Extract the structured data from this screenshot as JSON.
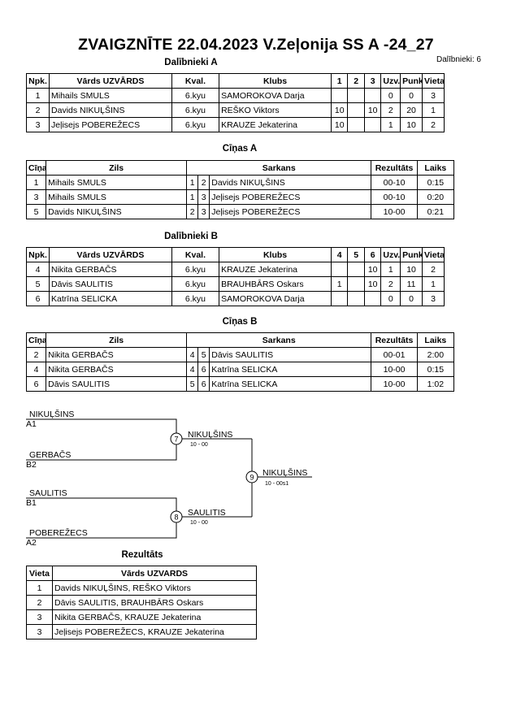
{
  "title": "ZVAIGZNĪTE  22.04.2023  V.Zeļonija SS   A -24_27",
  "participants_count": "Dalībnieki: 6",
  "group_a": {
    "heading": "Dalībnieki A",
    "headers": [
      "Npk.",
      "Vārds UZVĀRDS",
      "Kval.",
      "Klubs",
      "1",
      "2",
      "3",
      "Uzv.",
      "Punkti",
      "Vieta"
    ],
    "rows": [
      [
        "1",
        "Mihails SMULS",
        "6.kyu",
        "SAMOROKOVA Darja",
        "",
        "",
        "",
        "0",
        "0",
        "3"
      ],
      [
        "2",
        "Davids NIKUĻŠINS",
        "6.kyu",
        "REŠKO Viktors",
        "10",
        "",
        "10",
        "2",
        "20",
        "1"
      ],
      [
        "3",
        "Jeļisejs POBEREŽECS",
        "6.kyu",
        "KRAUZE Jekaterina",
        "10",
        "",
        "",
        "1",
        "10",
        "2"
      ]
    ]
  },
  "fights_a": {
    "heading": "Cīņas A",
    "headers": [
      "Cīņa",
      "Zils",
      "Sarkans",
      "Rezultāts",
      "Laiks"
    ],
    "rows": [
      [
        "1",
        "Mihails SMULS",
        "1",
        "2",
        "Davids NIKUĻŠINS",
        "00-10",
        "0:15"
      ],
      [
        "3",
        "Mihails SMULS",
        "1",
        "3",
        "Jeļisejs POBEREŽECS",
        "00-10",
        "0:20"
      ],
      [
        "5",
        "Davids NIKUĻŠINS",
        "2",
        "3",
        "Jeļisejs POBEREŽECS",
        "10-00",
        "0:21"
      ]
    ]
  },
  "group_b": {
    "heading": "Dalībnieki B",
    "headers": [
      "Npk.",
      "Vārds UZVĀRDS",
      "Kval.",
      "Klubs",
      "4",
      "5",
      "6",
      "Uzv.",
      "Punkti",
      "Vieta"
    ],
    "rows": [
      [
        "4",
        "Nikita GERBAČS",
        "6.kyu",
        "KRAUZE Jekaterina",
        "",
        "",
        "10",
        "1",
        "10",
        "2"
      ],
      [
        "5",
        "Dāvis SAULITIS",
        "6.kyu",
        "BRAUHBĀRS Oskars",
        "1",
        "",
        "10",
        "2",
        "11",
        "1"
      ],
      [
        "6",
        "Katrīna SELICKA",
        "6.kyu",
        "SAMOROKOVA Darja",
        "",
        "",
        "",
        "0",
        "0",
        "3"
      ]
    ]
  },
  "fights_b": {
    "heading": "Cīņas B",
    "headers": [
      "Cīņa",
      "Zils",
      "Sarkans",
      "Rezultāts",
      "Laiks"
    ],
    "rows": [
      [
        "2",
        "Nikita GERBAČS",
        "4",
        "5",
        "Dāvis SAULITIS",
        "00-01",
        "2:00"
      ],
      [
        "4",
        "Nikita GERBAČS",
        "4",
        "6",
        "Katrīna SELICKA",
        "10-00",
        "0:15"
      ],
      [
        "6",
        "Dāvis SAULITIS",
        "5",
        "6",
        "Katrīna SELICKA",
        "10-00",
        "1:02"
      ]
    ]
  },
  "bracket": {
    "entries": [
      {
        "name": "NIKUĻŠINS",
        "seed": "A1"
      },
      {
        "name": "GERBAČS",
        "seed": "B2"
      },
      {
        "name": "SAULITIS",
        "seed": "B1"
      },
      {
        "name": "POBEREŽECS",
        "seed": "A2"
      }
    ],
    "semis": [
      {
        "num": "7",
        "winner": "NIKUĻŠINS",
        "score": "10 - 00"
      },
      {
        "num": "8",
        "winner": "SAULITIS",
        "score": "10 - 00"
      }
    ],
    "final": {
      "num": "9",
      "winner": "NIKUĻŠINS",
      "score": "10 - 00s1"
    }
  },
  "results": {
    "heading": "Rezultāts",
    "headers": [
      "Vieta",
      "Vārds UZVARDS"
    ],
    "rows": [
      [
        "1",
        "Davids NIKUĻŠINS, REŠKO Viktors"
      ],
      [
        "2",
        "Dāvis SAULITIS, BRAUHBĀRS Oskars"
      ],
      [
        "3",
        "Nikita GERBAČS, KRAUZE Jekaterina"
      ],
      [
        "3",
        "Jeļisejs POBEREŽECS, KRAUZE Jekaterina"
      ]
    ]
  }
}
